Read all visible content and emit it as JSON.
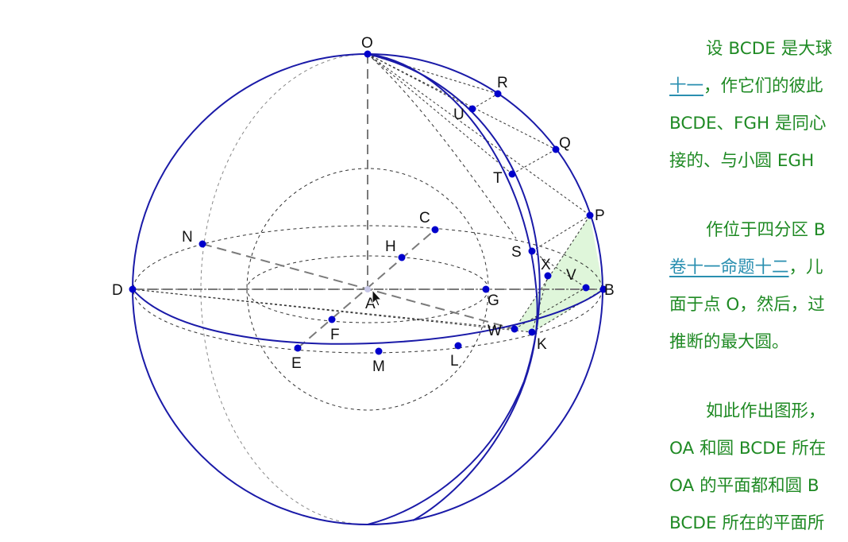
{
  "diagram": {
    "points": [
      "O",
      "R",
      "U",
      "Q",
      "T",
      "P",
      "C",
      "N",
      "H",
      "S",
      "X",
      "V",
      "B",
      "D",
      "A",
      "G",
      "F",
      "W",
      "K",
      "E",
      "M",
      "L"
    ],
    "colors": {
      "sphere_outline": "#1a1aa8",
      "dashed_line": "#222222",
      "axis_dashed": "#7a7a7a",
      "point": "#0000cc",
      "shaded_region": "#dcf5d6"
    }
  },
  "text_panel": {
    "p1": {
      "line1": "设 BCDE 是大球",
      "line2_link": "十一",
      "line2_rest": "，作它们的彼此",
      "line3": "BCDE、FGH 是同心",
      "line4": "接的、与小圆 EGH"
    },
    "p2": {
      "line1": "作位于四分区 B",
      "line2_link": "卷十一命题十二",
      "line2_rest": "，儿",
      "line3": "面于点 O，然后，过",
      "line4": "推断的最大圆。"
    },
    "p3": {
      "line1": "如此作出图形，",
      "line2": "OA 和圆 BCDE 所在",
      "line3": "OA 的平面都和圆 B",
      "line4": "BCDE 所在的平面所"
    }
  }
}
